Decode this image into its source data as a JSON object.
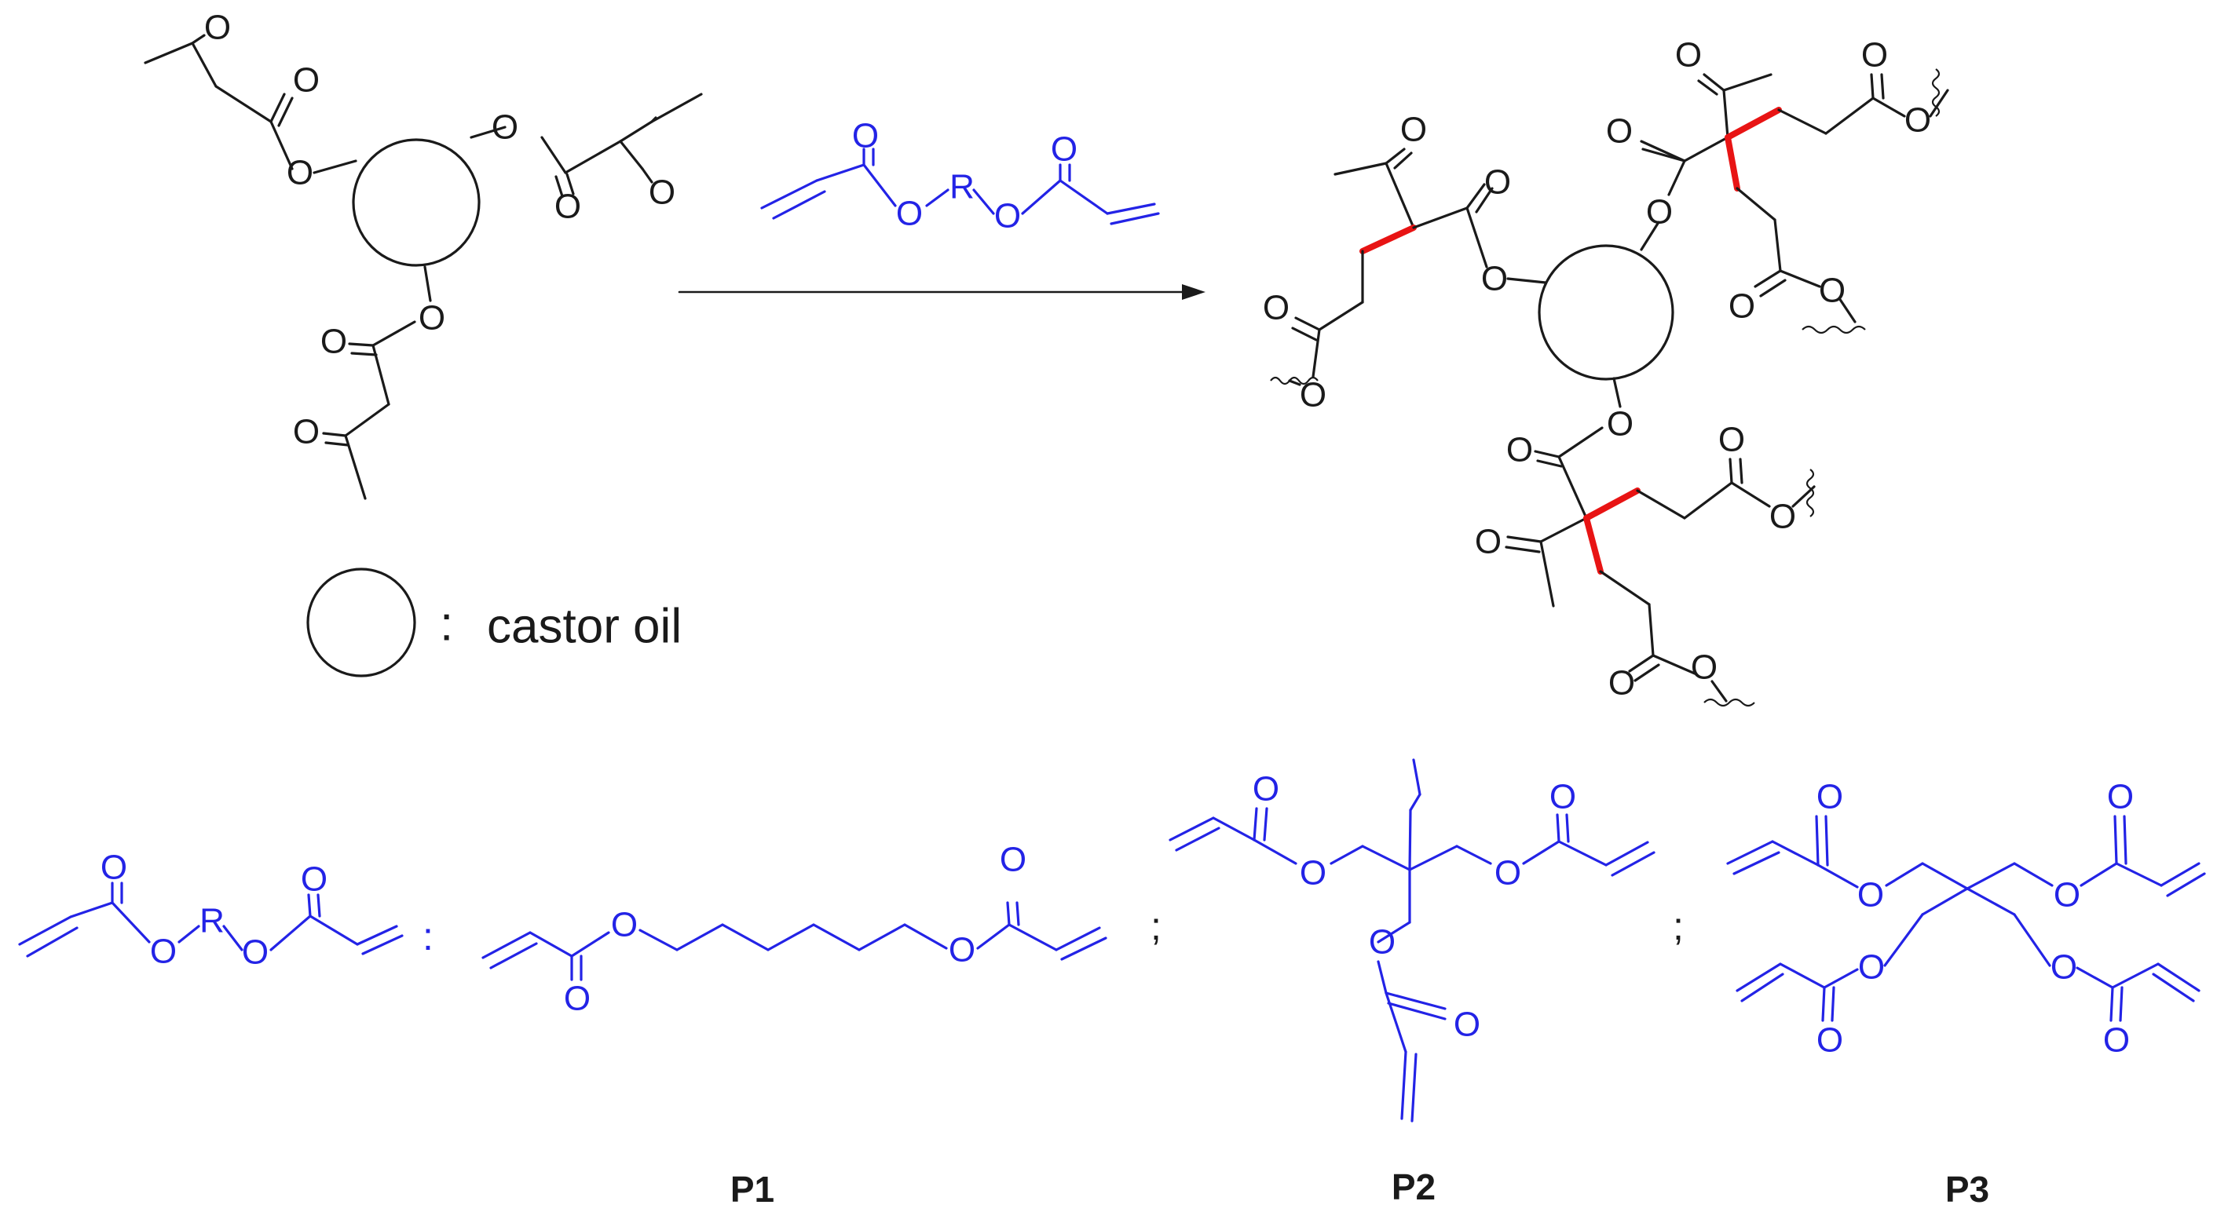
{
  "atoms": {
    "oxygen": "O",
    "r_group": "R"
  },
  "legend": {
    "colon": ":",
    "castor_oil": "castor  oil"
  },
  "separators": {
    "colon": ":",
    "semicolon": ";"
  },
  "products": {
    "p1": "P1",
    "p2": "P2",
    "p3": "P3"
  },
  "colors": {
    "reactant_black": "#1a1a1a",
    "acrylate_blue": "#2323e6",
    "new_bond_red": "#e81414"
  }
}
